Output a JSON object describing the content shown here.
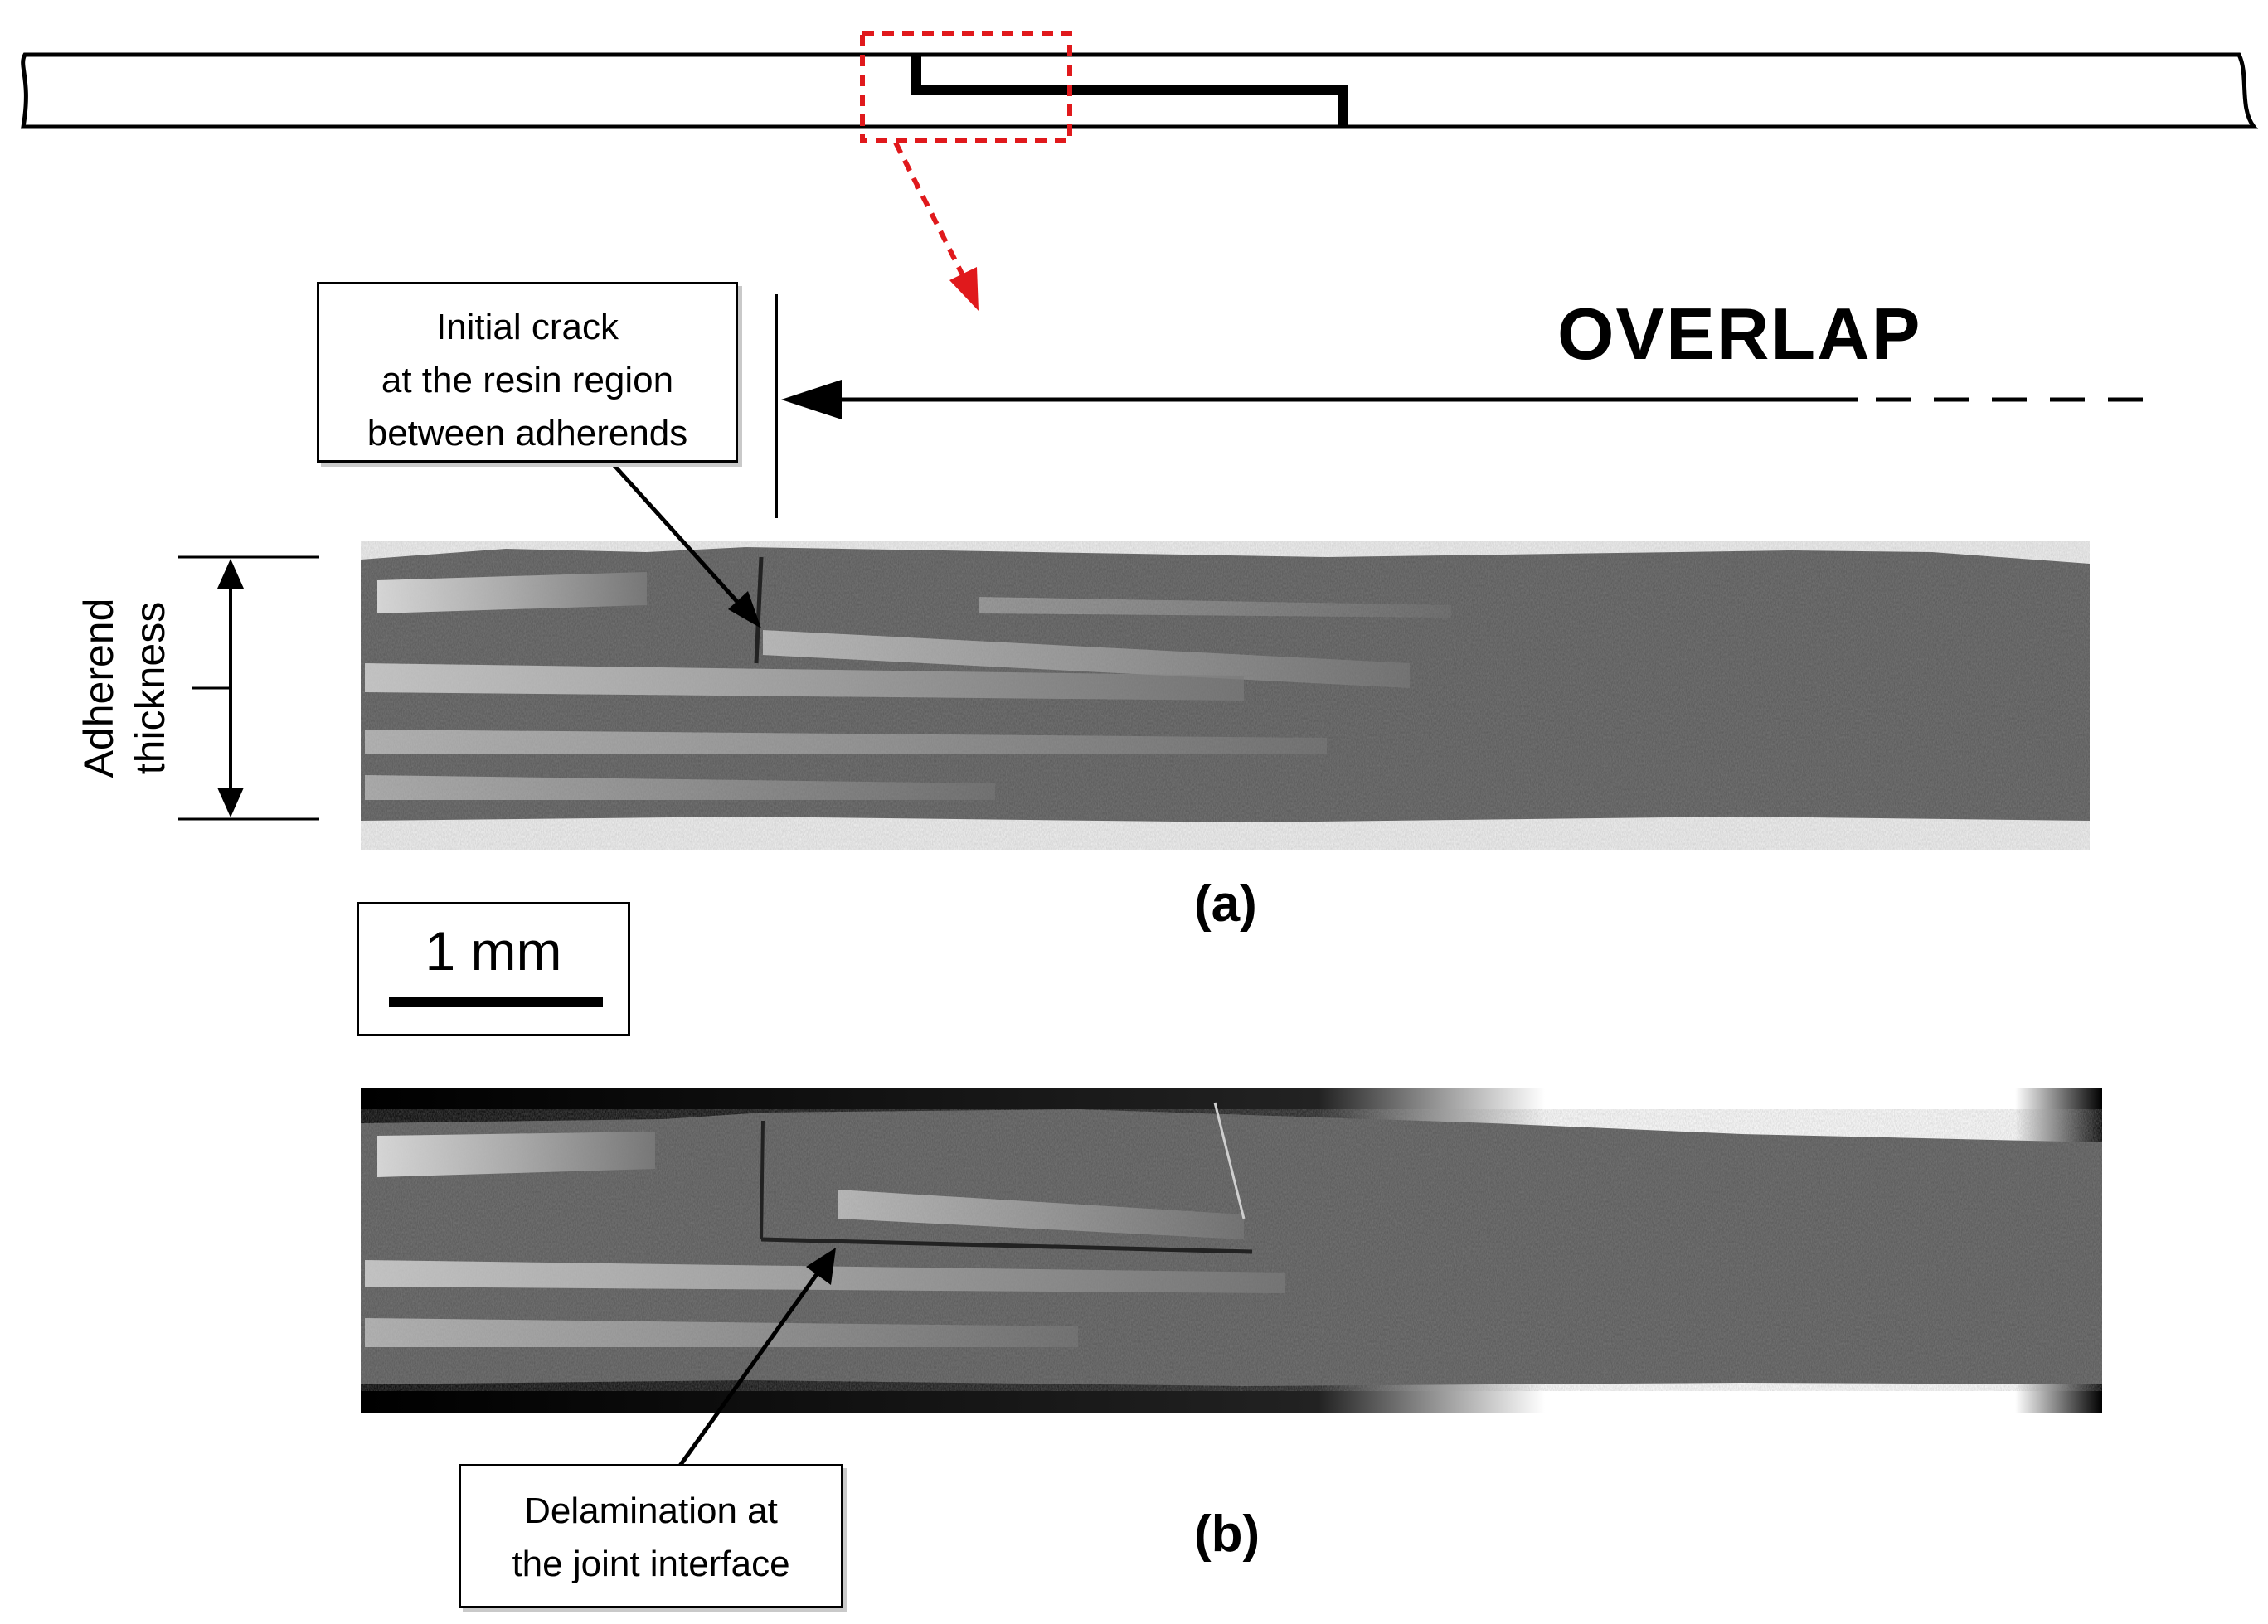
{
  "overlap_label": "OVERLAP",
  "crack_callout": {
    "line1": "Initial crack",
    "line2": "at the resin region",
    "line3": "between adherends"
  },
  "thickness_label": {
    "line1": "Adherend",
    "line2": "thickness"
  },
  "scale_bar": {
    "text": "1 mm"
  },
  "panels": {
    "a": "(a)",
    "b": "(b)"
  },
  "delamination_callout": {
    "line1": "Delamination at",
    "line2": "the joint interface"
  },
  "colors": {
    "zoom_box": "#e0191c",
    "specimen_dark": "#5a5a5a",
    "specimen_fiber": "#d9d9d9"
  }
}
